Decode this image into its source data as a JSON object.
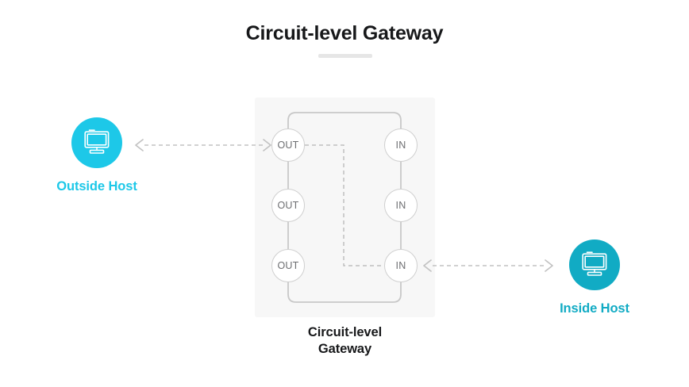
{
  "title": "Circuit-level Gateway",
  "colors": {
    "outside_host": "#1DC8E8",
    "inside_host": "#11ABC4",
    "gateway_box_bg": "#F7F7F7",
    "wire": "#C8C8C8",
    "port_border": "#CFCFCF",
    "port_text": "#6D6E71",
    "title_text": "#17181A",
    "divider": "#E6E6E6"
  },
  "hosts": {
    "outside": {
      "label": "Outside Host",
      "icon": "desktop-monitor-icon"
    },
    "inside": {
      "label": "Inside Host",
      "icon": "desktop-monitor-icon"
    }
  },
  "gateway": {
    "caption_line1": "Circuit-level",
    "caption_line2": "Gateway",
    "out_ports": [
      {
        "label": "OUT"
      },
      {
        "label": "OUT"
      },
      {
        "label": "OUT"
      }
    ],
    "in_ports": [
      {
        "label": "IN"
      },
      {
        "label": "IN"
      },
      {
        "label": "IN"
      }
    ]
  },
  "connections": {
    "outside_link": "bidirectional-dashed-arrow",
    "inside_link": "bidirectional-dashed-arrow",
    "internal_circuit": "dashed-path-out1-to-in3"
  }
}
